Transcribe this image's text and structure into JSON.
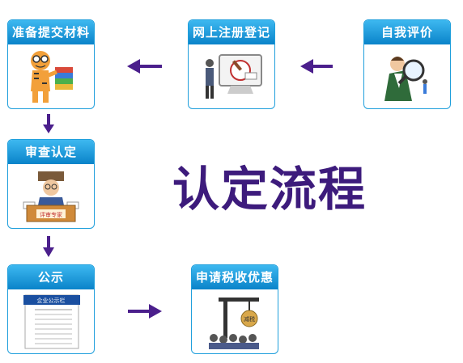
{
  "steps": {
    "self_eval": {
      "label": "自我评价",
      "icon": "magnifier-person-icon"
    },
    "online_register": {
      "label": "网上注册登记",
      "icon": "monitor-registration-icon"
    },
    "submit_materials": {
      "label": "准备提交材料",
      "icon": "tiger-with-books-icon"
    },
    "review": {
      "label": "审查认定",
      "icon": "expert-review-desk-icon"
    },
    "expert_sign": "评审专家",
    "publicity": {
      "label": "公示",
      "icon": "public-notice-document-icon"
    },
    "notice_header": "企业公示栏",
    "tax_benefit": {
      "label": "申请税收优惠",
      "icon": "tax-reduction-crane-icon"
    },
    "tax_sign": "减税"
  },
  "title": "认定流程",
  "colors": {
    "accent_blue": "#1f9fdc",
    "arrow_purple": "#4b1f8c",
    "title_purple": "#3d1b7c"
  }
}
